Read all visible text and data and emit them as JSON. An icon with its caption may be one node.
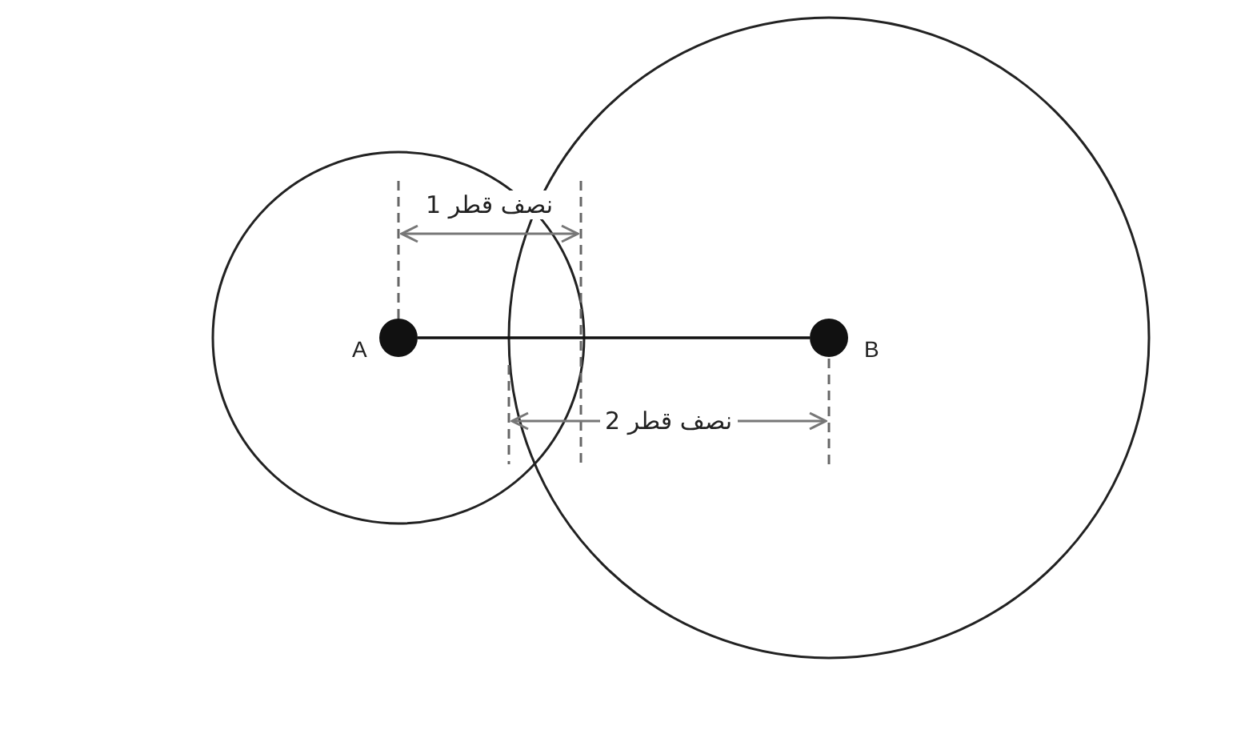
{
  "diagram": {
    "nodes": [
      {
        "text": [],
        "shape": "circle",
        "beside": [
          "A"
        ]
      },
      {
        "text": [],
        "shape": "circle",
        "beside": [
          "B"
        ]
      }
    ],
    "edges": [
      {
        "from": 0,
        "to": 1,
        "arrow": "none"
      }
    ],
    "labels": [
      "نصف قطر 1",
      "نصف قطر 2"
    ]
  }
}
